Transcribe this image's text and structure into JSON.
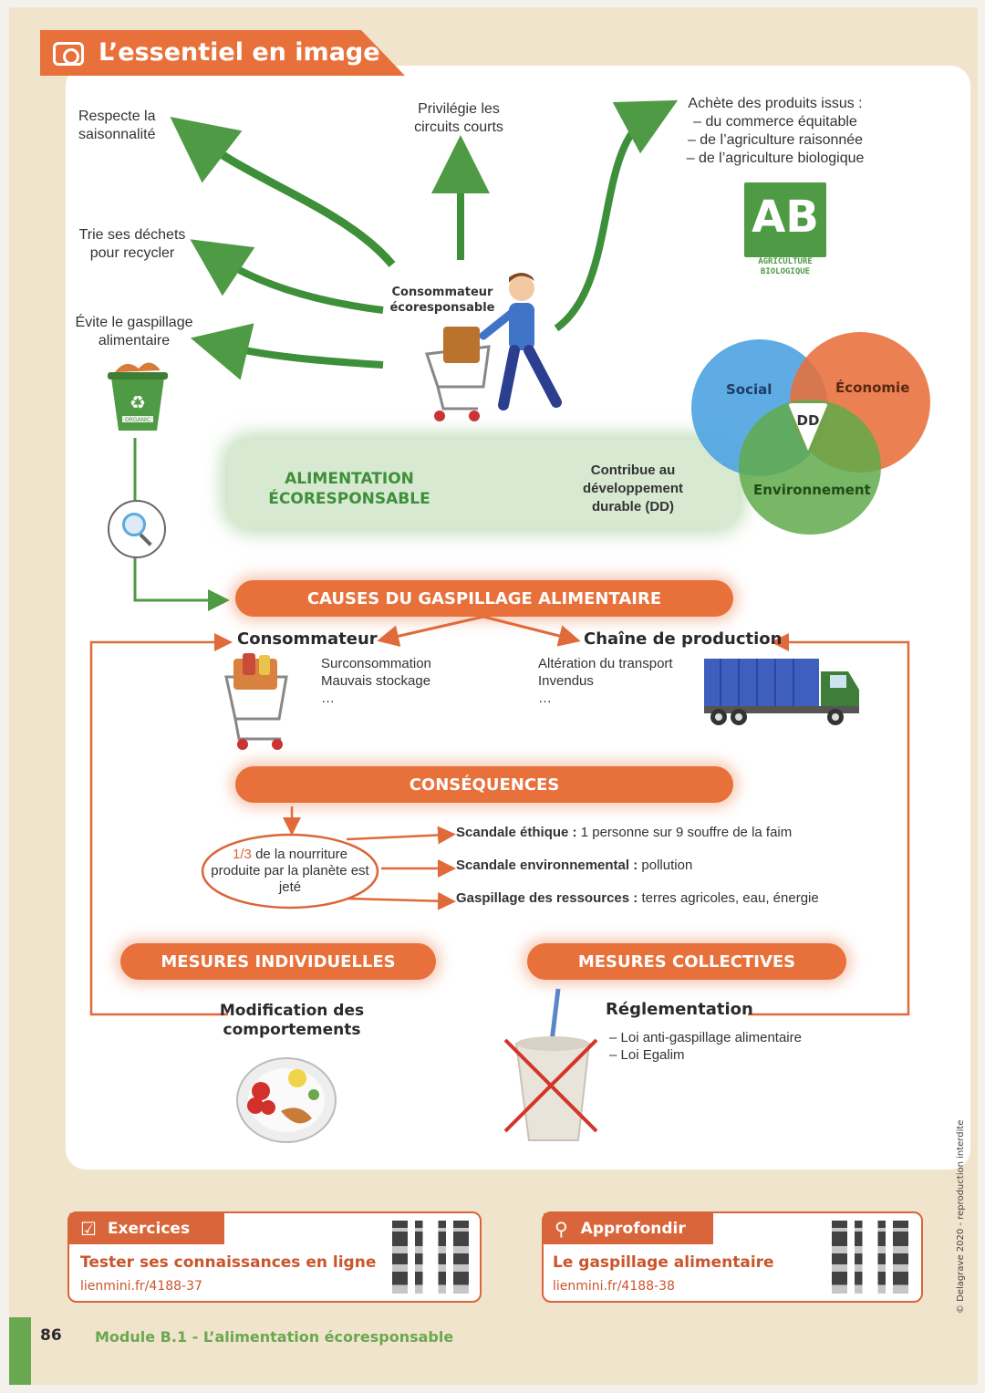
{
  "header": {
    "title": "L’essentiel en image",
    "camera_icon": "camera-icon"
  },
  "consumer": {
    "label_line1": "Consommateur",
    "label_line2": "écoresponsable",
    "actions": {
      "seasonality": "Respecte la saisonnalité",
      "short_circuits": "Privilégie les circuits courts",
      "products_intro": "Achète des produits issus :",
      "products": [
        "– du commerce équitable",
        "– de l’agriculture raisonnée",
        "– de l’agriculture biologique"
      ],
      "sorts_waste": "Trie ses déchets pour recycler",
      "avoids_waste": "Évite le gaspillage alimentaire"
    },
    "ab_logo": {
      "letters": "AB",
      "line1": "AGRICULTURE",
      "line2": "BIOLOGIQUE"
    },
    "bin_label": "ORGANIC"
  },
  "alimentation": {
    "title_line1": "ALIMENTATION",
    "title_line2": "ÉCORESPONSABLE",
    "contributes": "Contribue au développement durable (DD)"
  },
  "venn": {
    "social": "Social",
    "economie": "Économie",
    "environnement": "Environnement",
    "center": "DD"
  },
  "causes": {
    "banner": "CAUSES DU GASPILLAGE ALIMENTAIRE",
    "consumer_title": "Consommateur",
    "consumer_items": [
      "Surconsommation",
      "Mauvais stockage",
      "…"
    ],
    "production_title": "Chaîne de production",
    "production_items": [
      "Altération du transport",
      "Invendus",
      "…"
    ]
  },
  "consequences": {
    "banner": "CONSÉQUENCES",
    "fraction": "1/3",
    "oval_rest": "de la nourriture produite par la planète est jeté",
    "items": [
      {
        "bold": "Scandale éthique :",
        "rest": "1 personne sur 9 souffre de la faim"
      },
      {
        "bold": "Scandale environnemental :",
        "rest": "pollution"
      },
      {
        "bold": "Gaspillage des ressources :",
        "rest": "terres agricoles, eau, énergie"
      }
    ]
  },
  "measures": {
    "individual_banner": "MESURES INDIVIDUELLES",
    "collective_banner": "MESURES COLLECTIVES",
    "individual_text": "Modification des comportements",
    "collective_title": "Réglementation",
    "collective_items": [
      "– Loi anti-gaspillage alimentaire",
      "– Loi Egalim"
    ]
  },
  "links": {
    "exercices": {
      "tab": "Exercices",
      "title": "Tester ses connaissances en ligne",
      "url": "lienmini.fr/4188-37"
    },
    "approfondir": {
      "tab": "Approfondir",
      "title": "Le gaspillage alimentaire",
      "url": "lienmini.fr/4188-38"
    }
  },
  "footer": {
    "page_number": "86",
    "module": "Module B.1 - L’alimentation écoresponsable",
    "copyright": "© Delagrave 2020 - reproduction interdite"
  },
  "colors": {
    "orange": "#e8703a",
    "green": "#4f9a45",
    "blue": "#5aa9df",
    "page_bg": "#f1e4cd"
  }
}
